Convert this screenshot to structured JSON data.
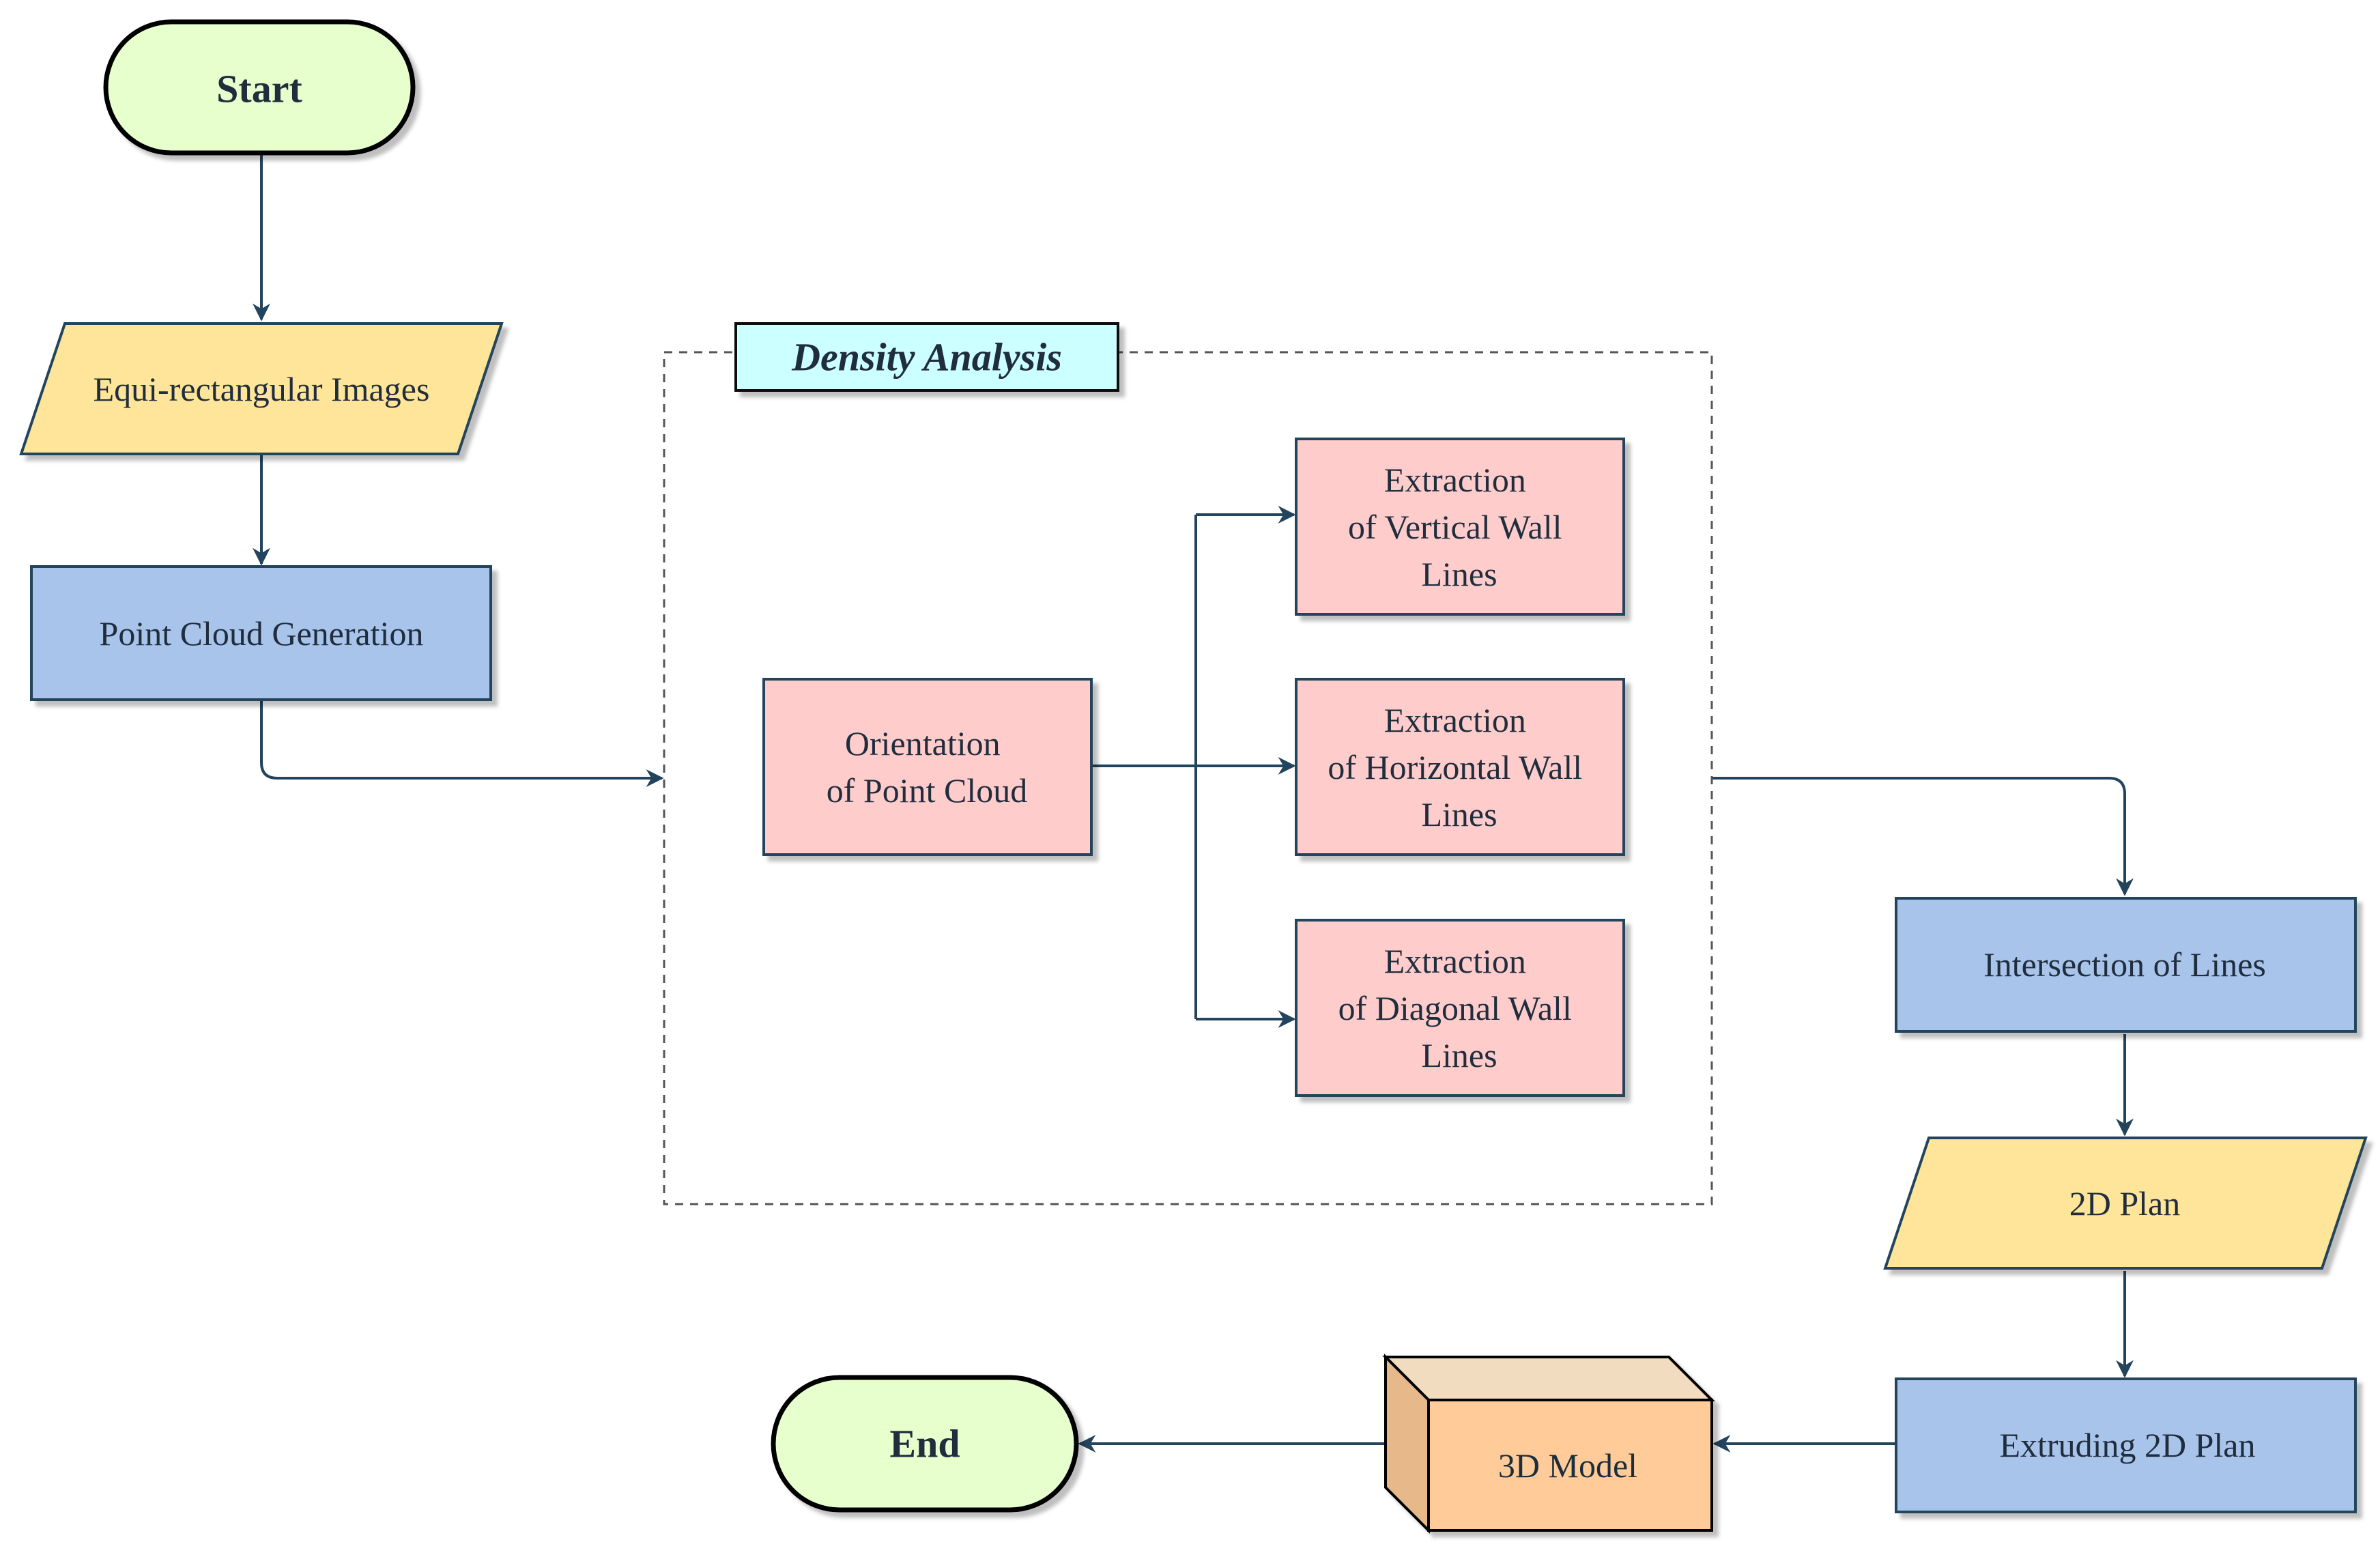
{
  "diagram": {
    "start": "Start",
    "input_images": "Equi-rectangular Images",
    "point_cloud": "Point Cloud Generation",
    "group_title": "Density Analysis",
    "orientation": [
      "Orientation",
      "of Point Cloud"
    ],
    "vertical": [
      "Extraction",
      "of Vertical Wall",
      "Lines"
    ],
    "horizontal": [
      "Extraction",
      "of Horizontal Wall",
      "Lines"
    ],
    "diagonal": [
      "Extraction",
      "of Diagonal Wall",
      "Lines"
    ],
    "intersection": "Intersection of Lines",
    "plan_2d": "2D Plan",
    "extruding": "Extruding 2D Plan",
    "model_3d": "3D Model",
    "end": "End"
  },
  "colors": {
    "terminal": "#e6ffcc",
    "data": "#ffe599",
    "process": "#a9c4eb",
    "analysis": "#ffcccc",
    "group_title_bg": "#ccffff",
    "model_front": "#ffcc99",
    "model_top": "#f2dcc0",
    "model_side": "#e6b88a",
    "connector": "#23445d"
  }
}
